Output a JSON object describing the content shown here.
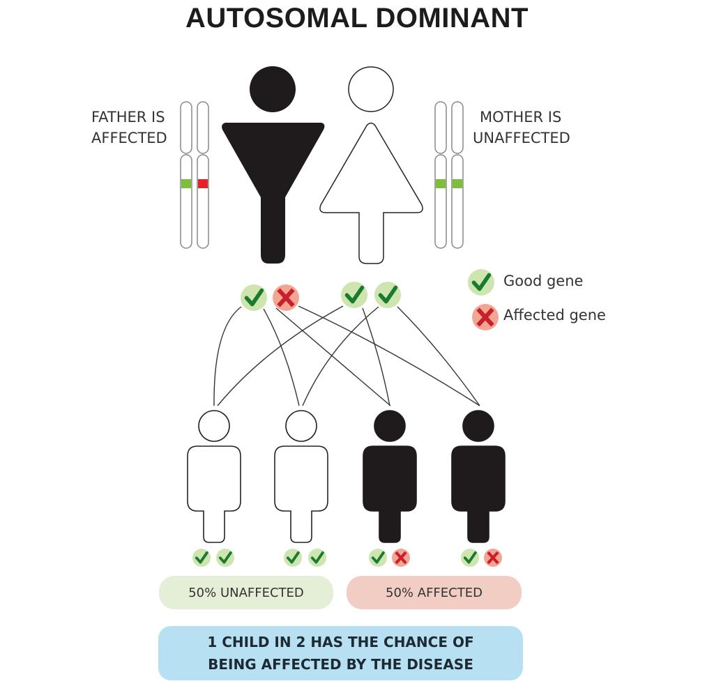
{
  "title": "AUTOSOMAL DOMINANT",
  "father": {
    "label_line1": "FATHER IS",
    "label_line2": "AFFECTED",
    "status": "affected",
    "genes": [
      "good",
      "affected"
    ]
  },
  "mother": {
    "label_line1": "MOTHER IS",
    "label_line2": "UNAFFECTED",
    "status": "unaffected",
    "genes": [
      "good",
      "good"
    ]
  },
  "legend": {
    "good_label": "Good gene",
    "affected_label": "Affected gene"
  },
  "children": [
    {
      "status": "unaffected",
      "genes": [
        "good",
        "good"
      ]
    },
    {
      "status": "unaffected",
      "genes": [
        "good",
        "good"
      ]
    },
    {
      "status": "affected",
      "genes": [
        "good",
        "affected"
      ]
    },
    {
      "status": "affected",
      "genes": [
        "good",
        "affected"
      ]
    }
  ],
  "outcomes": {
    "unaffected_label": "50% UNAFFECTED",
    "affected_label": "50% AFFECTED"
  },
  "summary": {
    "line1": "1 CHILD IN 2 HAS THE CHANCE OF",
    "line2": "BEING AFFECTED BY THE DISEASE"
  },
  "colors": {
    "good_badge_bg": "#cfe5b0",
    "good_check": "#1a7a2e",
    "affected_badge_bg": "#f3a593",
    "affected_x": "#c8202a",
    "gene_green": "#7dbf3a",
    "gene_red": "#e4202a",
    "figure_dark": "#1f1b1c"
  }
}
